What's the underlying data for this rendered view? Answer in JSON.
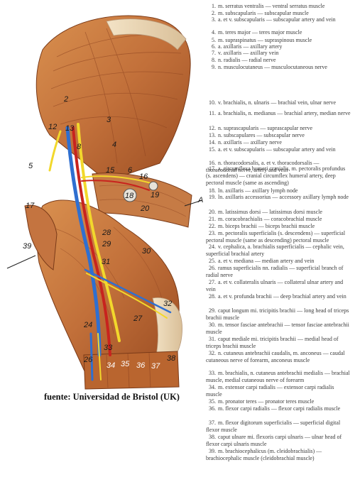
{
  "caption": "fuente: Universidad de Bristol (UK)",
  "plate_labels": {
    "l2": "2",
    "l3": "3",
    "l4": "4",
    "l5": "5",
    "l12": "12",
    "l13": "13",
    "l8": "8",
    "l15": "15",
    "l6": "6",
    "l16": "16",
    "l18": "18",
    "l19": "19",
    "l20": "20",
    "lA": "A",
    "l17": "17",
    "l39": "39",
    "l28": "28",
    "l29": "29",
    "l30": "30",
    "l31": "31",
    "l32": "32",
    "l27": "27",
    "l24": "24",
    "l33": "33",
    "l26": "26",
    "l34": "34",
    "l35": "35",
    "l36": "36",
    "l37": "37",
    "l38": "38"
  },
  "legend": [
    {
      "num": "1.",
      "text": "m. serratus ventralis — ventral serratus muscle"
    },
    {
      "num": "2.",
      "text": "m. subscapularis — subscapular muscle"
    },
    {
      "num": "3.",
      "text": "a. et v. subscapularis — subscapular artery and vein"
    },
    {
      "num": "4.",
      "text": "m. teres major — teres major muscle"
    },
    {
      "num": "5.",
      "text": "m. supraspinatus — supraspinous muscle"
    },
    {
      "num": "6.",
      "text": "a. axillaris — axillary artery"
    },
    {
      "num": "7.",
      "text": "v. axillaris — axillary vein"
    },
    {
      "num": "8.",
      "text": "n. radialis — radial nerve"
    },
    {
      "num": "9.",
      "text": "n. musculocutaneus — musculocutaneous nerve"
    },
    {
      "num": "10.",
      "text": "v. brachialis, n. ulnaris — brachial vein, ulnar nerve"
    },
    {
      "num": "11.",
      "text": "a. brachialis, n. medianus — brachial artery, median nerve"
    },
    {
      "num": "12.",
      "text": "n. suprascapularis — suprascapular nerve"
    },
    {
      "num": "13.",
      "text": "n. subscapulares — subscapular nerve"
    },
    {
      "num": "14.",
      "text": "n. axillaris — axillary nerve"
    },
    {
      "num": "15.",
      "text": "a. et v. subscapularis — subscapular artery and vein"
    },
    {
      "num": "16.",
      "text": "n. thoracodorsalis, a. et v. thoracodorsalis — thoracodorsal nerve, artery and vein"
    },
    {
      "num": "17.",
      "text": "a. circumflexa humeri cranialis, m. pectoralis profundus (s. ascendens) — cranial circumflex humeral artery, deep pectoral muscle (same as ascending)"
    },
    {
      "num": "18.",
      "text": "ln. axillaris — axillary lymph node"
    },
    {
      "num": "19.",
      "text": "ln. axillaris accessorius — accessory axillary lymph node"
    },
    {
      "num": "20.",
      "text": "m. latissimus dorsi — latissimus dorsi muscle"
    },
    {
      "num": "21.",
      "text": "m. coracobrachialis — coracobrachial muscle"
    },
    {
      "num": "22.",
      "text": "m. biceps brachii — biceps brachii muscle"
    },
    {
      "num": "23.",
      "text": "m. pectoralis superficialis (s. descendens) — superficial pectoral muscle (same as descending) pectoral muscle"
    },
    {
      "num": "24.",
      "text": "v. cephalica, a. brachialis superficialis — cephalic vein, superficial brachial artery"
    },
    {
      "num": "25.",
      "text": "a. et v. mediana — median artery and vein"
    },
    {
      "num": "26.",
      "text": "ramus superficialis nn. radialis — superficial branch of radial nerve"
    },
    {
      "num": "27.",
      "text": "a. et v. collateralis ulnaris — collateral ulnar artery and vein"
    },
    {
      "num": "28.",
      "text": "a. et v. profunda brachii — deep brachial artery and vein"
    },
    {
      "num": "29.",
      "text": "caput longum mi. tricipitis brachii — long head of triceps brachii muscle"
    },
    {
      "num": "30.",
      "text": "m. tensor fasciae antebrachii — tensor fasciae antebrachii muscle"
    },
    {
      "num": "31.",
      "text": "caput mediale mi. tricipitis brachii — medial head of triceps brachii muscle"
    },
    {
      "num": "32.",
      "text": "n. cutaneus antebrachii caudalis, m. anconeus — caudal cutaneous nerve of forearm, anconeus muscle"
    },
    {
      "num": "33.",
      "text": "m. brachialis, n. cutaneus antebrachii medialis — brachial muscle, medial cutaneous nerve of forearm"
    },
    {
      "num": "34.",
      "text": "m. extensor carpi radialis — extensor carpi radialis muscle"
    },
    {
      "num": "35.",
      "text": "m. pronator teres — pronator teres muscle"
    },
    {
      "num": "36.",
      "text": "m. flexor carpi radialis — flexor carpi radialis muscle"
    },
    {
      "num": "37.",
      "text": "m. flexor digitorum superficialis — superficial digital flexor muscle"
    },
    {
      "num": "38.",
      "text": "caput ulnare mi. flexoris carpi ulnaris — ulnar head of flexor carpi ulnaris muscle"
    },
    {
      "num": "39.",
      "text": "m. brachiocephalicus (m. cleidobrachialis) — brachiocephalic muscle (cleidobrachial muscle)"
    }
  ],
  "colors": {
    "muscle": "#c8773f",
    "muscle_dark": "#8e4421",
    "tendon": "#e9d3b3",
    "nerve": "#f2d82c",
    "artery": "#c8231e",
    "vein": "#2f6fd0",
    "bone": "#efe6d6"
  }
}
